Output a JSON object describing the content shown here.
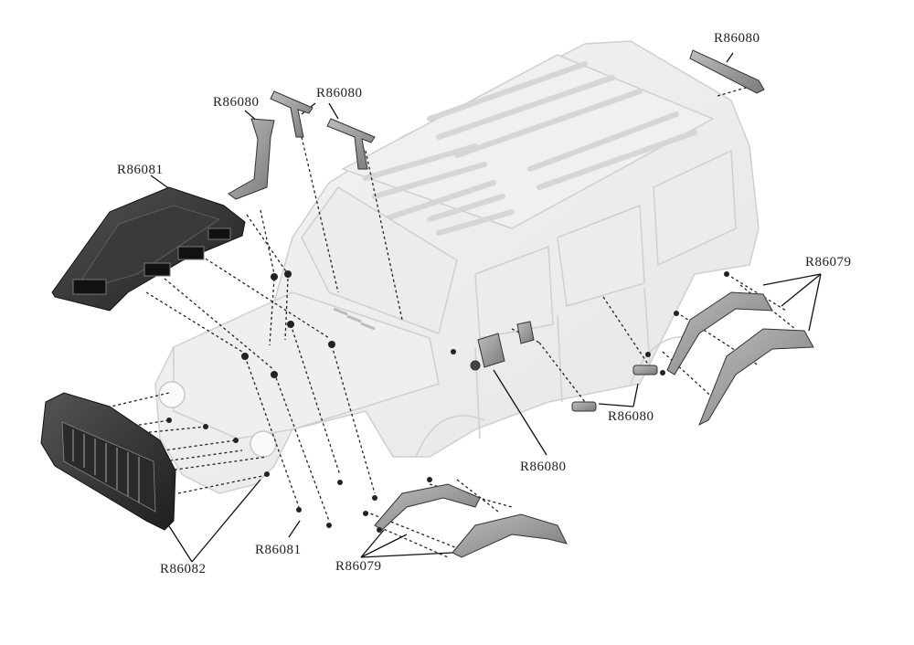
{
  "diagram": {
    "labels": [
      {
        "id": "roof-rail-top-right",
        "text": "R86080"
      },
      {
        "id": "wiper-pair",
        "text": "R86080"
      },
      {
        "id": "snorkel",
        "text": "R86080"
      },
      {
        "id": "hood-scoop",
        "text": "R86081"
      },
      {
        "id": "rear-fenders",
        "text": "R86079"
      },
      {
        "id": "door-handles",
        "text": "R86080"
      },
      {
        "id": "mirror",
        "text": "R86080"
      },
      {
        "id": "hood-bolts",
        "text": "R86081"
      },
      {
        "id": "front-fenders",
        "text": "R86079"
      },
      {
        "id": "grille",
        "text": "R86082"
      }
    ]
  }
}
